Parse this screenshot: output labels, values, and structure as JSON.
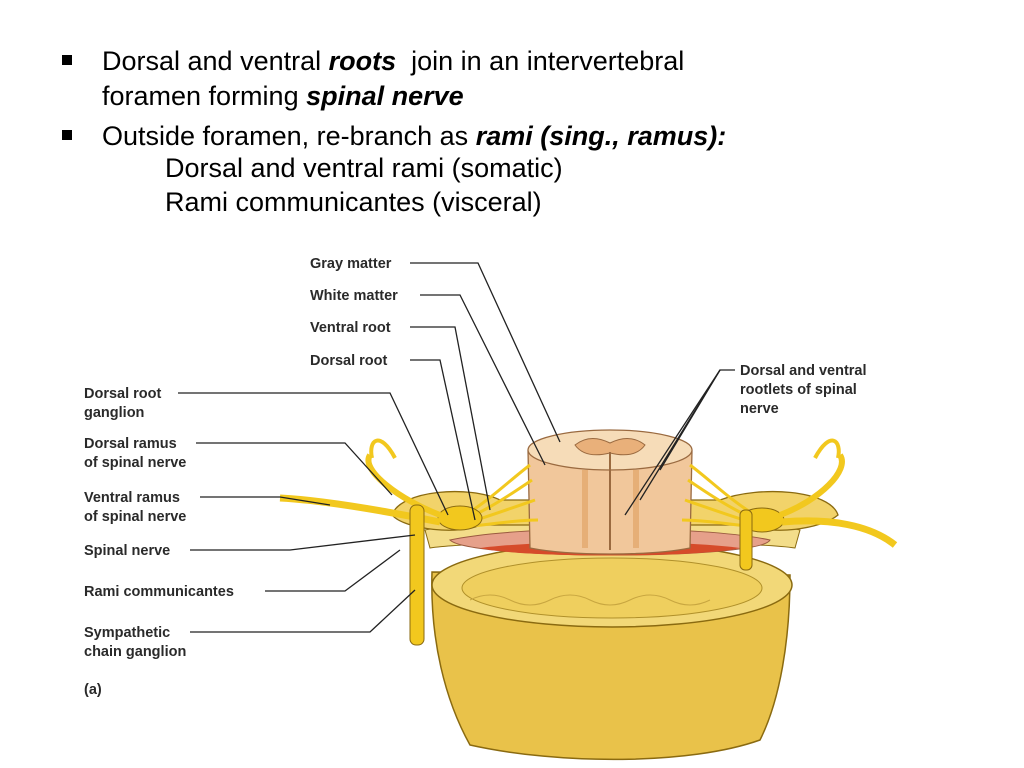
{
  "bullets": [
    {
      "line1": {
        "a": "Dorsal and ventral ",
        "b": "roots",
        "c": "  join in an intervertebral"
      },
      "line2": {
        "a": "foramen forming ",
        "b": "spinal nerve"
      }
    },
    {
      "line1": {
        "a": "Outside foramen, re-branch as ",
        "b": "rami (sing., ramus):"
      },
      "sub1": "Dorsal and ventral rami (somatic)",
      "sub2": "Rami communicantes (visceral)"
    }
  ],
  "figure": {
    "labels": {
      "gray_matter": "Gray matter",
      "white_matter": "White matter",
      "ventral_root": "Ventral root",
      "dorsal_root": "Dorsal root",
      "drg_1": "Dorsal root",
      "drg_2": "ganglion",
      "dramus_1": "Dorsal ramus",
      "dramus_2": "of spinal nerve",
      "vramus_1": "Ventral ramus",
      "vramus_2": "of spinal nerve",
      "spinal_nerve": "Spinal nerve",
      "rami_comm": "Rami communicantes",
      "symp_1": "Sympathetic",
      "symp_2": "chain ganglion",
      "part": "(a)",
      "rootlets_1": "Dorsal and ventral",
      "rootlets_2": "rootlets of spinal",
      "rootlets_3": "nerve"
    },
    "colors": {
      "nerve": "#f2c81e",
      "bone": "#f0d46a",
      "cord": "#f1c79b",
      "dura": "#e6a08a"
    }
  }
}
